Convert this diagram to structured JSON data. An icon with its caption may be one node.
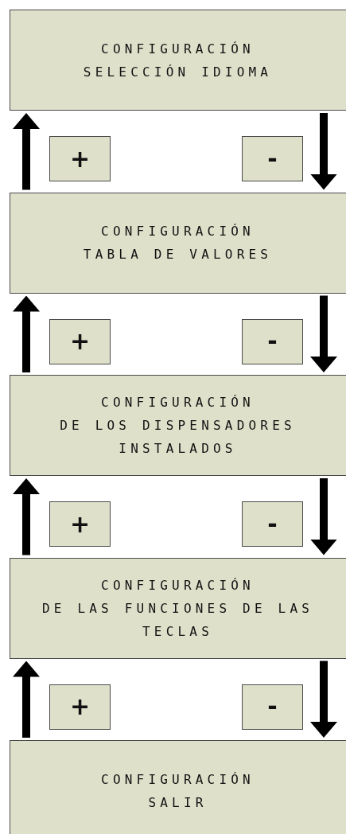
{
  "diagram": {
    "nodes": [
      {
        "text": [
          "CONFIGURACIÓN",
          "SELECCIÓN IDIOMA"
        ]
      },
      {
        "text": [
          "+"
        ]
      },
      {
        "text": [
          "-"
        ]
      },
      {
        "text": [
          "CONFIGURACIÓN",
          "TABLA DE VALORES"
        ]
      },
      {
        "text": [
          "+"
        ]
      },
      {
        "text": [
          "-"
        ]
      },
      {
        "text": [
          "CONFIGURACIÓN",
          "DE LOS DISPENSADORES INSTALADOS"
        ]
      },
      {
        "text": [
          "+"
        ]
      },
      {
        "text": [
          "-"
        ]
      },
      {
        "text": [
          "CONFIGURACIÓN",
          "DE LAS FUNCIONES DE LAS TECLAS"
        ]
      },
      {
        "text": [
          "+"
        ]
      },
      {
        "text": [
          "-"
        ]
      },
      {
        "text": [
          "CONFIGURACIÓN",
          "SALIR"
        ]
      }
    ],
    "edges": [
      {
        "from": 3,
        "to": 0,
        "arrow": "to"
      },
      {
        "from": 0,
        "to": 3,
        "arrow": "to"
      },
      {
        "from": 6,
        "to": 3,
        "arrow": "to"
      },
      {
        "from": 3,
        "to": 6,
        "arrow": "to"
      },
      {
        "from": 9,
        "to": 6,
        "arrow": "to"
      },
      {
        "from": 6,
        "to": 9,
        "arrow": "to"
      },
      {
        "from": 12,
        "to": 9,
        "arrow": "to"
      },
      {
        "from": 9,
        "to": 12,
        "arrow": "to"
      }
    ]
  }
}
